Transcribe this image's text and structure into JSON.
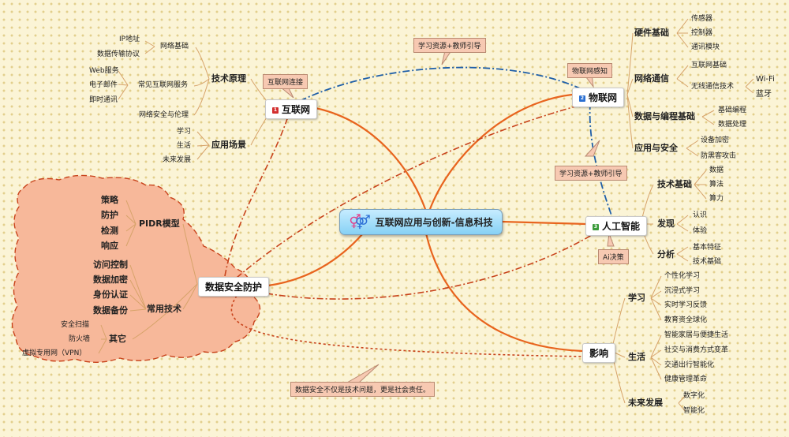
{
  "center": {
    "title": "互联网应用与创新-信息科技",
    "symbol_icon": "gender-symbol-icon"
  },
  "colors": {
    "branch": "#e8641e",
    "dashed": "#c8431b",
    "dashdot": "#1f5fa8",
    "cloud_fill": "#f7b89a",
    "callout": "#f7c9b2"
  },
  "internet": {
    "title": "互联网",
    "badge": "1",
    "callout": "互联网连接",
    "tech": {
      "label": "技术原理",
      "groups": [
        {
          "label": "网络基础",
          "items": [
            "IP地址",
            "数据传输协议"
          ]
        },
        {
          "label": "常见互联网服务",
          "items": [
            "Web服务",
            "电子邮件",
            "即时通讯"
          ]
        },
        {
          "label": "网络安全与伦理",
          "items": []
        }
      ]
    },
    "apps": {
      "label": "应用场景",
      "items": [
        "学习",
        "生活",
        "未来发展"
      ]
    }
  },
  "iot": {
    "title": "物联网",
    "badge": "2",
    "callout_top": "物联网感知",
    "callout_link1": "学习资源+教师引导",
    "callout_link2": "学习资源+教师引导",
    "groups": [
      {
        "label": "硬件基础",
        "items": [
          "传感器",
          "控制器",
          "通讯模块"
        ]
      },
      {
        "label": "网络通信",
        "items": [
          "互联网基础",
          "无线通信技术"
        ],
        "wireless": [
          "Wi-Fi",
          "蓝牙"
        ]
      },
      {
        "label": "数据与编程基础",
        "items": [
          "基础编程",
          "数据处理"
        ]
      },
      {
        "label": "应用与安全",
        "items": [
          "设备加密",
          "防黑客攻击"
        ]
      }
    ]
  },
  "ai": {
    "title": "人工智能",
    "badge": "3",
    "callout": "Ai决策",
    "groups": [
      {
        "label": "技术基础",
        "items": [
          "数据",
          "算法",
          "算力"
        ]
      },
      {
        "label": "发现",
        "items": [
          "认识",
          "体验"
        ]
      },
      {
        "label": "分析",
        "items": [
          "基本特征",
          "技术基础"
        ]
      }
    ]
  },
  "impact": {
    "title": "影响",
    "callout": "数据安全不仅是技术问题，更是社会责任。",
    "groups": [
      {
        "label": "学习",
        "items": [
          "个性化学习",
          "沉浸式学习",
          "实时学习反馈",
          "教育资全球化"
        ]
      },
      {
        "label": "生活",
        "items": [
          "智能家居与便捷生活",
          "社交与消费方式变革",
          "交通出行智能化",
          "健康管理革命"
        ]
      },
      {
        "label": "未来发展",
        "items": [
          "数字化",
          "智能化"
        ]
      }
    ]
  },
  "security": {
    "title": "数据安全防护",
    "pidr": {
      "label": "PIDR模型",
      "items": [
        "策略",
        "防护",
        "检测",
        "响应"
      ]
    },
    "common": {
      "label": "常用技术",
      "items": [
        "访问控制",
        "数据加密",
        "身份认证",
        "数据备份"
      ]
    },
    "other": {
      "label": "其它",
      "items": [
        "安全扫描",
        "防火墙",
        "虚拟专用网（VPN）"
      ]
    }
  }
}
